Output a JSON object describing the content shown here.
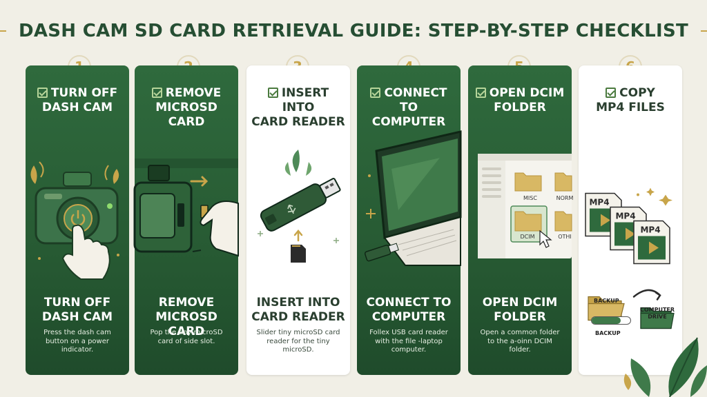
{
  "title": "DASH CAM SD CARD RETRIEVAL GUIDE: STEP-BY-STEP CHECKLIST",
  "steps": [
    {
      "number": "1",
      "header_l1": "TURN OFF",
      "header_l2": "DASH CAM",
      "subtitle_l1": "TURN OFF",
      "subtitle_l2": "DASH CAM",
      "desc": "Press the dash cam button on a power indicator."
    },
    {
      "number": "2",
      "header_l1": "REMOVE",
      "header_l2": "MICROSD CARD",
      "subtitle_l1": "REMOVE",
      "subtitle_l2": "MICROSD CARD",
      "desc": "Pop the tiny microSD card of side slot."
    },
    {
      "number": "3",
      "header_l1": "INSERT INTO",
      "header_l2": "CARD READER",
      "subtitle_l1": "INSERT INTO",
      "subtitle_l2": "CARD READER",
      "desc": "Slider tiny microSD card reader for the tiny microSD."
    },
    {
      "number": "4",
      "header_l1": "CONNECT TO",
      "header_l2": "COMPUTER",
      "subtitle_l1": "CONNECT TO",
      "subtitle_l2": "COMPUTER",
      "desc": "Follex USB card reader with the file -laptop computer."
    },
    {
      "number": "5",
      "header_l1": "OPEN DCIM",
      "header_l2": "FOLDER",
      "subtitle_l1": "OPEN DCIM",
      "subtitle_l2": "FOLDER",
      "desc": "Open a common folder to the a-oinn DCIM folder.",
      "folders": [
        "MISC",
        "NORM",
        "DCIM",
        "OTHI"
      ]
    },
    {
      "number": "6",
      "header_l1": "COPY",
      "header_l2": "MP4 FILES",
      "files": [
        "MP4",
        "MP4",
        "MP4"
      ],
      "backup_label": "BACKUP",
      "drive_label": "COMPUTER DRIVE",
      "backup_bar_label": "BACKUP",
      "backup_progress": 0.75
    }
  ],
  "colors": {
    "green": "#2f6a3d",
    "dark_green": "#1f4b2b",
    "gold": "#c8a54a",
    "background": "#f1efe6"
  }
}
